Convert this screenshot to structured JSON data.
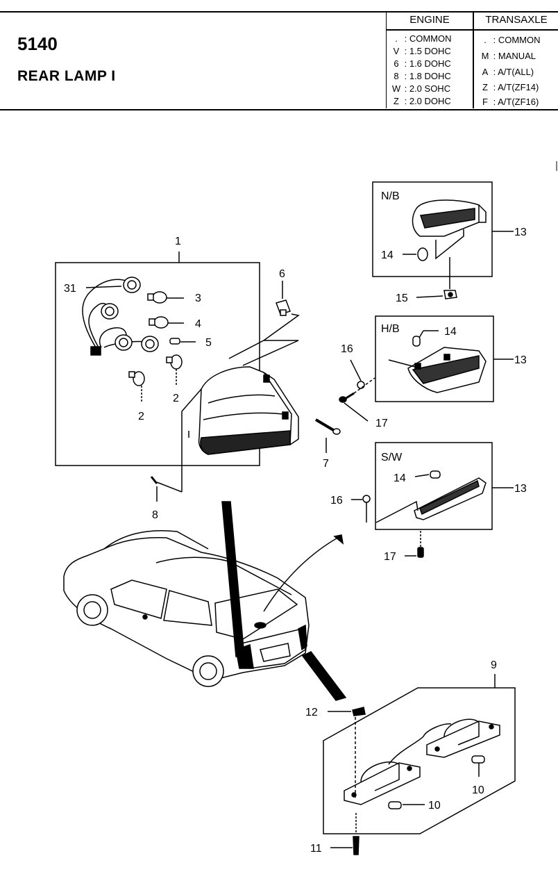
{
  "header": {
    "code": "5140",
    "title": "REAR LAMP I",
    "engine": {
      "heading": "ENGINE",
      "rows": [
        {
          "key": ".",
          "value": "COMMON"
        },
        {
          "key": "V",
          "value": "1.5 DOHC"
        },
        {
          "key": "6",
          "value": "1.6 DOHC"
        },
        {
          "key": "8",
          "value": "1.8 DOHC"
        },
        {
          "key": "W",
          "value": "2.0 SOHC"
        },
        {
          "key": "Z",
          "value": "2.0 DOHC"
        }
      ]
    },
    "transaxle": {
      "heading": "TRANSAXLE",
      "rows": [
        {
          "key": ".",
          "value": "COMMON"
        },
        {
          "key": "M",
          "value": "MANUAL"
        },
        {
          "key": "A",
          "value": "A/T(ALL)"
        },
        {
          "key": "Z",
          "value": "A/T(ZF14)"
        },
        {
          "key": "F",
          "value": "A/T(ZF16)"
        }
      ]
    }
  },
  "variants": {
    "nb": "N/B",
    "hb": "H/B",
    "sw": "S/W"
  },
  "callouts": {
    "c1": "1",
    "c31": "31",
    "c3": "3",
    "c4": "4",
    "c5": "5",
    "c2a": "2",
    "c2b": "2",
    "c6": "6",
    "c7": "7",
    "c8": "8",
    "c16a": "16",
    "c17a": "17",
    "c13a": "13",
    "c14a": "14",
    "c15": "15",
    "c14b": "14",
    "c13b": "13",
    "c14c": "14",
    "c13c": "13",
    "c16b": "16",
    "c17b": "17",
    "c9": "9",
    "c12": "12",
    "c10a": "10",
    "c10b": "10",
    "c11": "11"
  }
}
